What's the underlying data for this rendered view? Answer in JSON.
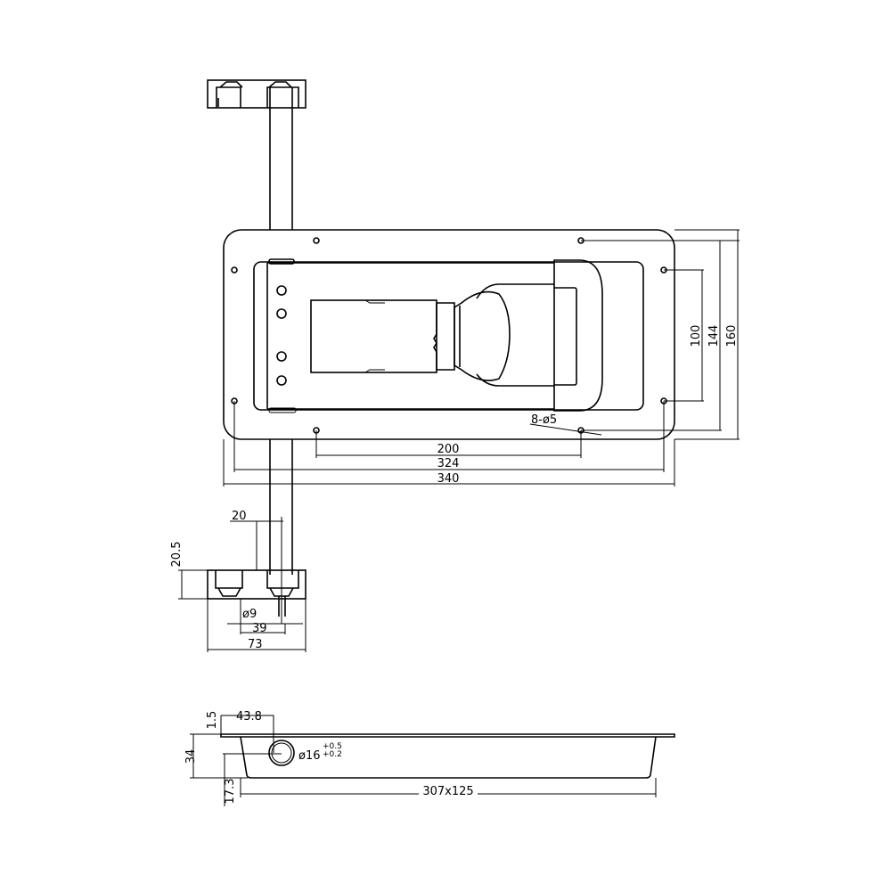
{
  "dimensions": {
    "hole_spacing_inner": "200",
    "hole_spacing_outer": "324",
    "overall_length": "340",
    "height_inner": "100",
    "height_mid": "144",
    "overall_height": "160",
    "holes": "8-ø5",
    "rod_offset": "20",
    "bracket_height": "20.5",
    "rod_diameter": "ø9",
    "bracket_spacing": "39",
    "bracket_width": "73",
    "flange_thickness": "1.5",
    "hole_offset": "43.8",
    "depth": "34",
    "hole_height": "17.3",
    "hole_diameter": "ø16",
    "hole_tol_upper": "+0.5",
    "hole_tol_lower": "+0.2",
    "tray_size": "307x125"
  }
}
